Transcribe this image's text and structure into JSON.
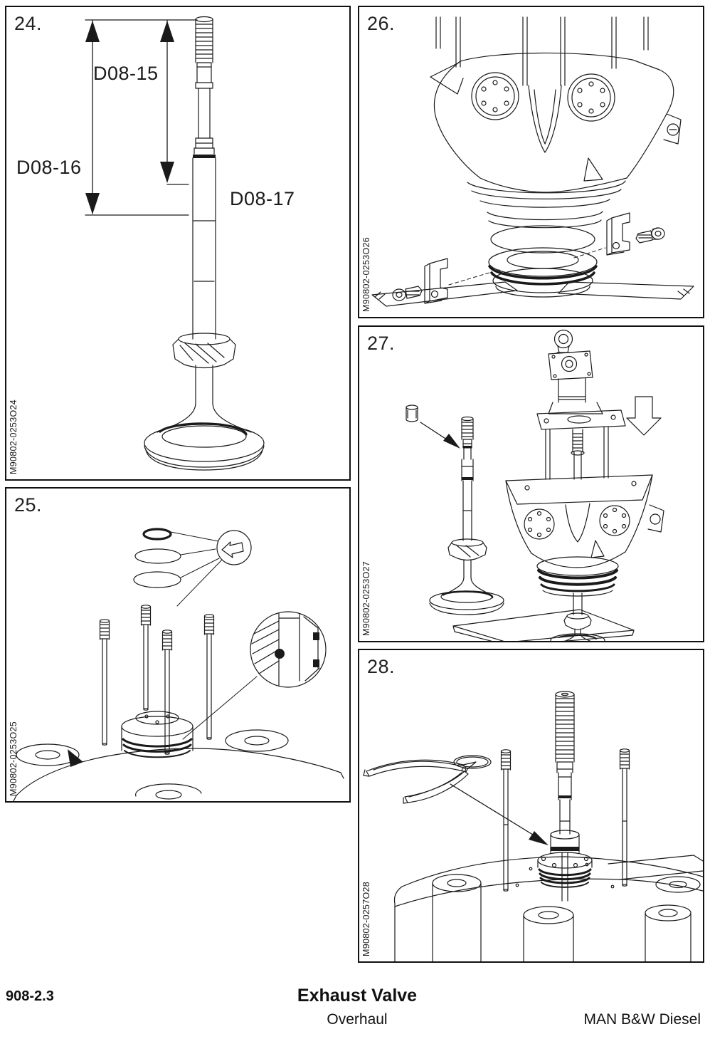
{
  "figures": [
    {
      "number": "24.",
      "code": "M90802-0253O24",
      "dims": [
        "D08-15",
        "D08-16",
        "D08-17"
      ]
    },
    {
      "number": "25.",
      "code": "M90802-0253O25"
    },
    {
      "number": "26.",
      "code": "M90802-0253O26"
    },
    {
      "number": "27.",
      "code": "M90802-0253O27"
    },
    {
      "number": "28.",
      "code": "M90802-0257O28"
    }
  ],
  "footer": {
    "section": "908-2.3",
    "title": "Exhaust Valve",
    "subtitle": "Overhaul",
    "company": "MAN B&W Diesel"
  },
  "colors": {
    "line": "#1a1a1a",
    "background": "#ffffff",
    "panel_border": "#111111"
  }
}
